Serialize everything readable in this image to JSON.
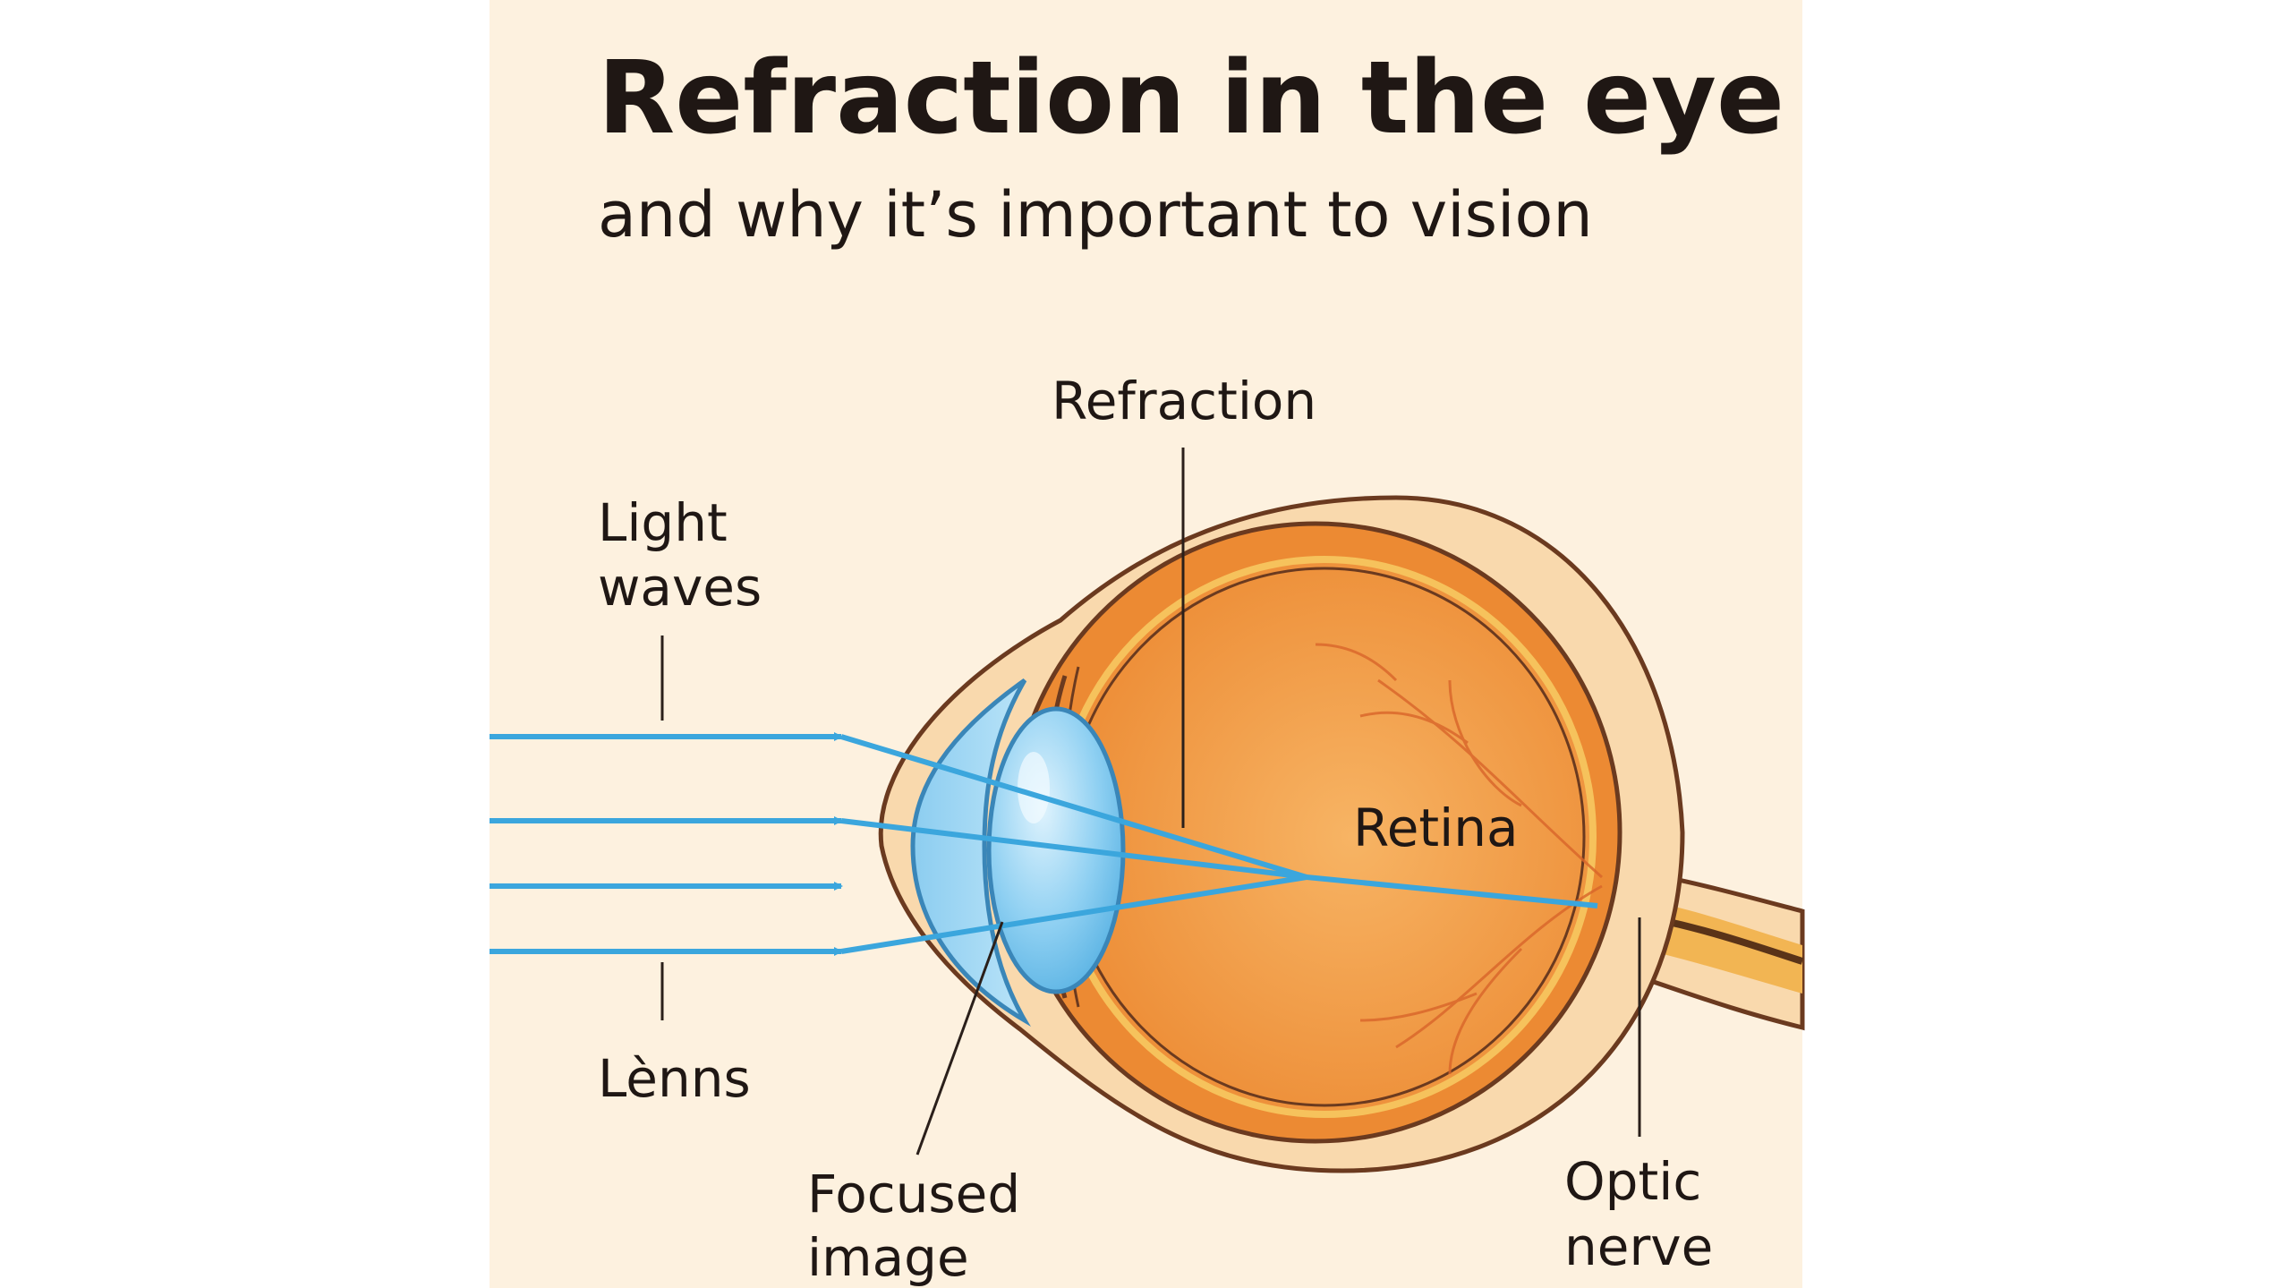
{
  "title": "Refraction in the eye",
  "subtitle": "and why it’s important to vision",
  "labels": {
    "refraction": "Refraction",
    "light_waves_1": "Light",
    "light_waves_2": "waves",
    "lens": "Lènns",
    "retina": "Retina",
    "focused_image_1": "Focused",
    "focused_image_2": "image",
    "optic_nerve_1": "Optic",
    "optic_nerve_2": "nerve"
  },
  "colors": {
    "background": "#fdf1df",
    "eye_fill": "#f4a24a",
    "eye_outline": "#6b3a1f",
    "sclera_band": "#f9d9ad",
    "lens_fill": "#8ccdf0",
    "ray": "#3ba6dd",
    "optic_nerve": "#f2b553"
  },
  "icons": [
    "eye-illustration",
    "lens-shape",
    "cornea-shape",
    "light-ray-arrow"
  ]
}
